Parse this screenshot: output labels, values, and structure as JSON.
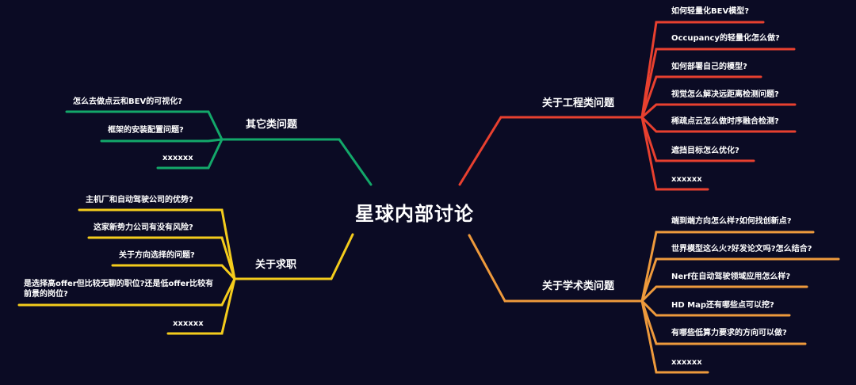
{
  "center": {
    "title": "星球内部讨论"
  },
  "colors": {
    "background": "#0b0b24",
    "engineering": "#e8402f",
    "academic": "#ee9a3c",
    "other": "#13a86a",
    "job": "#f4cc1c"
  },
  "branches": {
    "engineering": {
      "label": "关于工程类问题",
      "items": [
        "如何轻量化BEV模型?",
        "Occupancy的轻量化怎么做?",
        "如何部署自己的模型?",
        "视觉怎么解决远距离检测问题?",
        "稀疏点云怎么做时序融合检测?",
        "遮挡目标怎么优化?",
        "xxxxxx"
      ]
    },
    "academic": {
      "label": "关于学术类问题",
      "items": [
        "端到端方向怎么样?如何找创新点?",
        "世界模型这么火?好发论文吗?怎么结合?",
        "Nerf在自动驾驶领域应用怎么样?",
        "HD Map还有哪些点可以挖?",
        "有哪些低算力要求的方向可以做?",
        "xxxxxx"
      ]
    },
    "other": {
      "label": "其它类问题",
      "items": [
        "怎么去做点云和BEV的可视化?",
        "框架的安装配置问题?",
        "xxxxxx"
      ]
    },
    "job": {
      "label": "关于求职",
      "items": [
        "主机厂和自动驾驶公司的优势?",
        "这家新势力公司有没有风险?",
        "关于方向选择的问题?",
        "是选择高offer但比较无聊的职位?还是低offer比较有前景的岗位?",
        "xxxxxx"
      ]
    }
  }
}
